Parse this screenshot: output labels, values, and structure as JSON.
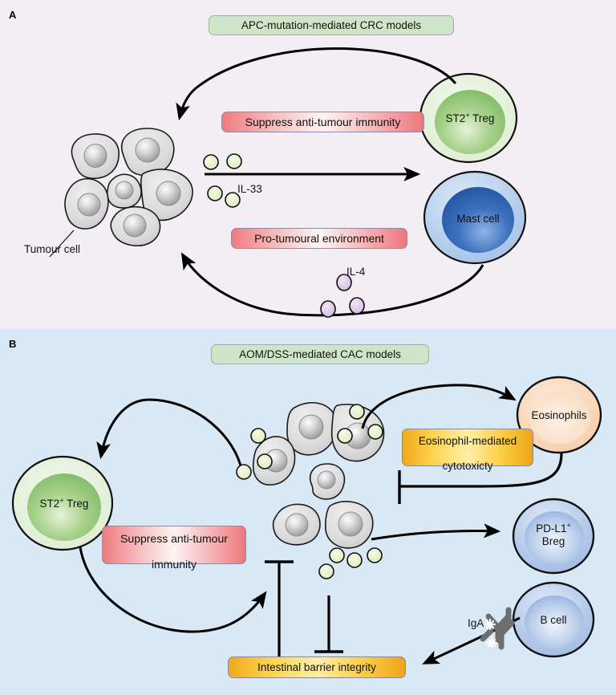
{
  "figure": {
    "background_a": "#f2eef4",
    "background_b": "#d9e8f5"
  },
  "panels": [
    {
      "letter": "A",
      "title": "APC-mutation-mediated CRC models",
      "cells": [
        {
          "name": "Tumour cell",
          "label": "Tumour cell",
          "type": "tumour-cluster",
          "color": "#d6d6d6"
        },
        {
          "name": "ST2+ Treg",
          "label": "ST2",
          "label_sup": "+",
          "label_rest": " Treg",
          "type": "round-cell",
          "color": "#8cc173"
        },
        {
          "name": "Mast cell",
          "label": "Mast cell",
          "type": "round-cell",
          "color": "#2c5fb0"
        }
      ],
      "process_labels": [
        {
          "text": "Suppress anti-tumour immunity",
          "style": "pink"
        },
        {
          "text": "Pro-tumoural environment",
          "style": "pink"
        }
      ],
      "molecules": [
        {
          "name": "IL-33",
          "label": "IL-33",
          "color": "#ddeec2",
          "count": 4
        },
        {
          "name": "IL-4",
          "label": "IL-4",
          "color": "#d8c3e4",
          "count": 3
        }
      ]
    },
    {
      "letter": "B",
      "title": "AOM/DSS-mediated CAC models",
      "cells": [
        {
          "name": "ST2+ Treg",
          "label": "ST2",
          "label_sup": "+",
          "label_rest": " Treg",
          "type": "round-cell",
          "color": "#8cc173"
        },
        {
          "name": "Tumour cell",
          "label": "",
          "type": "tumour-cluster",
          "color": "#d6d6d6"
        },
        {
          "name": "Eosinophils",
          "label": "Eosinophils",
          "type": "round-cell",
          "color": "#f8d6b5"
        },
        {
          "name": "PD-L1+ Breg",
          "label": "PD-L1",
          "label_sup": "+",
          "label_rest": "\nBreg",
          "type": "round-cell",
          "color": "#7fa3d8"
        },
        {
          "name": "B cell",
          "label": "B cell",
          "type": "round-cell",
          "color": "#7fa3d8"
        }
      ],
      "process_labels": [
        {
          "text": "Suppress anti-tumour\nimmunity",
          "style": "pink"
        },
        {
          "text": "Eosinophil-mediated\ncytotoxicty",
          "style": "yellow"
        },
        {
          "text": "Intestinal barrier integrity",
          "style": "yellow"
        }
      ],
      "molecules": [
        {
          "name": "IL-33",
          "label": "",
          "color": "#ddeec2",
          "count": 12
        }
      ],
      "annotations": [
        {
          "name": "IgA",
          "label": "IgA"
        }
      ]
    }
  ],
  "text": {
    "panel_a_letter": "A",
    "panel_b_letter": "B",
    "title_a": "APC-mutation-mediated CRC models",
    "title_b": "AOM/DSS-mediated CAC models",
    "suppress_a": "Suppress anti-tumour immunity",
    "protumoural_a": "Pro-tumoural environment",
    "tumour_cell_a": "Tumour cell",
    "il33_a": "IL-33",
    "il4_a": "IL-4",
    "st2_treg_a_main": "ST2",
    "st2_treg_a_sup": "+",
    "st2_treg_a_tail": " Treg",
    "mast_cell_a": "Mast cell",
    "suppress_b_line1": "Suppress anti-tumour",
    "suppress_b_line2": "immunity",
    "eosino_cyto_line1": "Eosinophil-mediated",
    "eosino_cyto_line2": "cytotoxicty",
    "intestinal_barrier": "Intestinal barrier integrity",
    "st2_treg_b_main": "ST2",
    "st2_treg_b_sup": "+",
    "st2_treg_b_tail": " Treg",
    "eosinophils_b": "Eosinophils",
    "pdl1_b_main": "PD-L1",
    "pdl1_b_sup": "+",
    "pdl1_b_line2": "Breg",
    "bcell_b": "B cell",
    "iga_b": "IgA"
  },
  "colors": {
    "panel_a_bg": "#f2eef4",
    "panel_b_bg": "#d9e8f5",
    "title_box": "#cfe5c8",
    "pink_box_edge": "#ef7b80",
    "yellow_box_edge": "#f0a81e",
    "il33_molecule": "#e4f0c8",
    "il4_molecule": "#d8c3e4",
    "tumour_cell": "#d6d6d6",
    "treg_outer": "#e2f0d6",
    "treg_inner": "#8cc173",
    "mast_outer": "#b8d0ee",
    "mast_inner": "#2f62b4",
    "eosinophil": "#fadfc3",
    "breg_outer": "#b9cdea",
    "breg_inner": "#7fa3d8",
    "arrow": "#000000",
    "iga_symbol": "#6e6e6e"
  }
}
